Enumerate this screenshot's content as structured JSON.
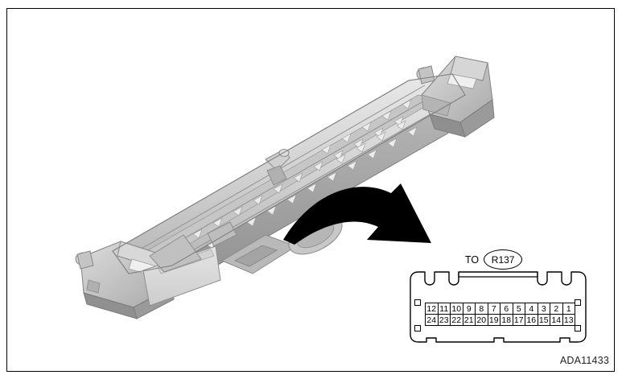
{
  "figure": {
    "id": "ADA11433",
    "type": "automotive-wiring-connector-diagram",
    "description": "Exploded isometric view of an elongated harness / trim rail component with a curved callout arrow pointing to a 24-pin connector face view"
  },
  "callout": {
    "to_label": "TO",
    "reference": "R137",
    "connector": {
      "pin_count": 24,
      "rows": [
        {
          "name": "top-row",
          "pins": [
            "12",
            "11",
            "10",
            "9",
            "8",
            "7",
            "6",
            "5",
            "4",
            "3",
            "2",
            "1"
          ]
        },
        {
          "name": "bottom-row",
          "pins": [
            "24",
            "23",
            "22",
            "21",
            "20",
            "19",
            "18",
            "17",
            "16",
            "15",
            "14",
            "13"
          ]
        }
      ],
      "corner_markers": 4
    }
  },
  "colors": {
    "line": "#000000",
    "arrow": "#000000",
    "part_light": "#e2e2e2",
    "part_mid": "#c2c2c2",
    "part_dark": "#9d9d9d",
    "part_shadow": "#8a8a8a",
    "background": "#ffffff"
  }
}
